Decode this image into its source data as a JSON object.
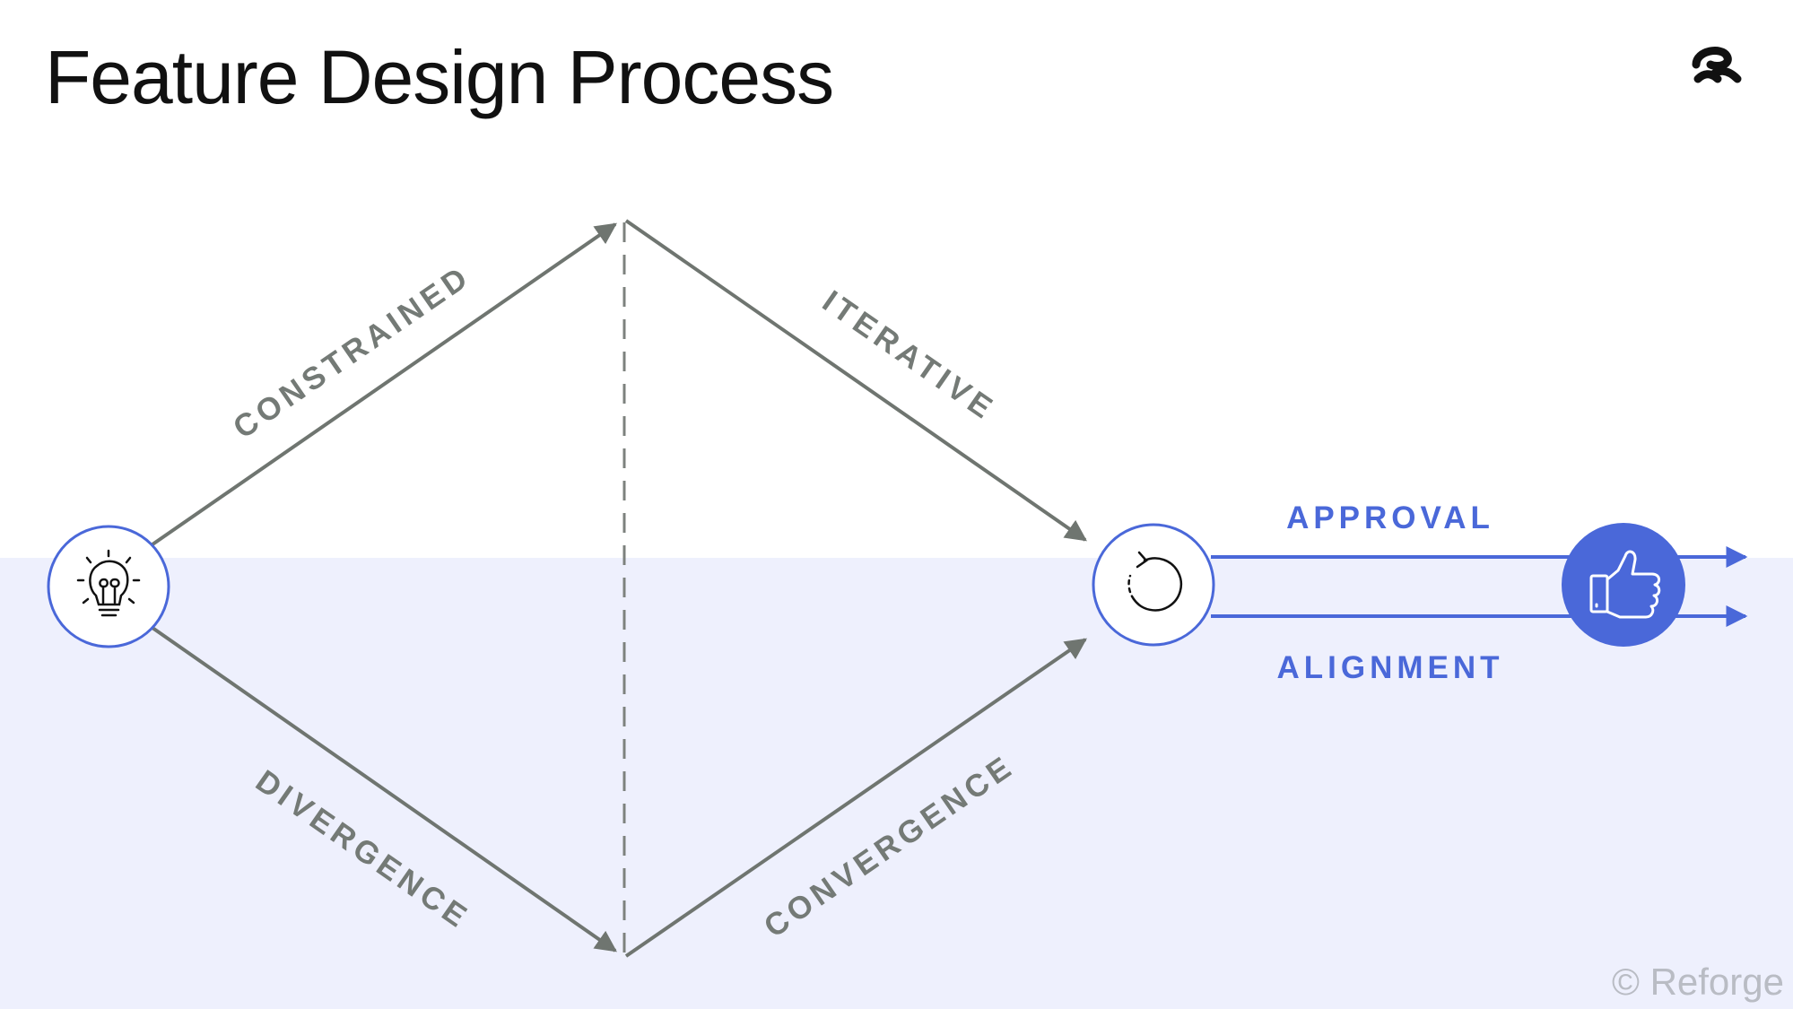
{
  "title": "Feature Design Process",
  "copyright": "© Reforge",
  "stages": {
    "constrained": "CONSTRAINED",
    "divergence": "DIVERGENCE",
    "iterative": "ITERATIVE",
    "convergence": "CONVERGENCE",
    "approval": "APPROVAL",
    "alignment": "ALIGNMENT"
  },
  "icons": {
    "start": "lightbulb-icon",
    "middle": "refresh-icon",
    "end": "thumbs-up-icon",
    "logo": "reforge-logo"
  },
  "colors": {
    "gray_lines": "#6f7570",
    "blue_accent": "#4a68d9",
    "band": "#eef0fd",
    "thumbs_circle": "#4a68d9"
  }
}
